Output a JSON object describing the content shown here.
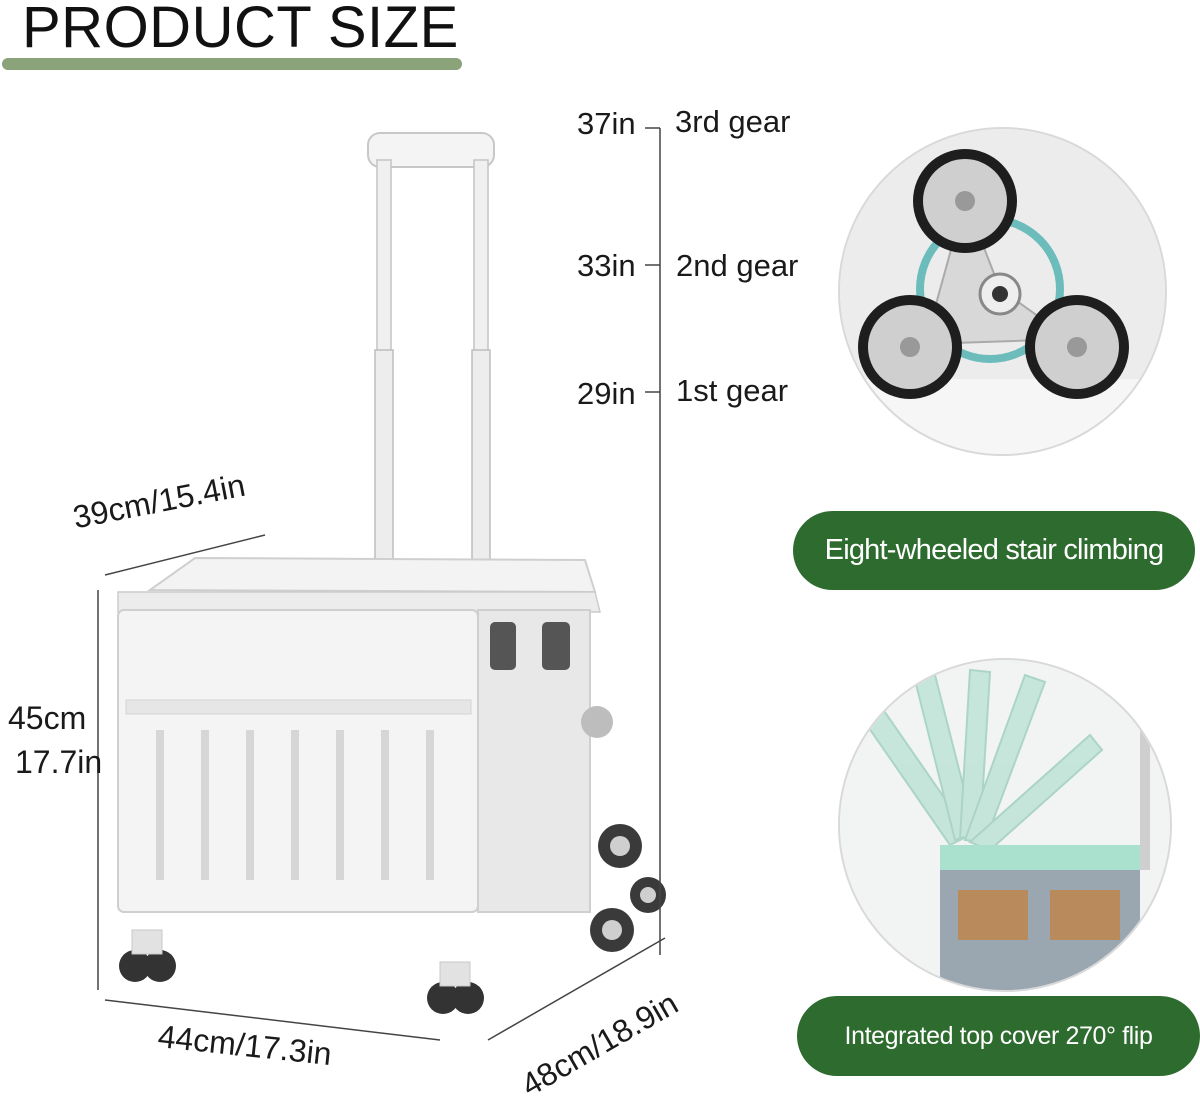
{
  "header": {
    "title": "PRODUCT SIZE",
    "accent_color": "#8aa37a"
  },
  "dimensions": {
    "top_width": "39cm/15.4in",
    "height_cm": "45cm",
    "height_in": "17.7in",
    "front_width": "44cm/17.3in",
    "depth": "48cm/18.9in"
  },
  "gears": [
    {
      "height": "37in",
      "label": "3rd gear"
    },
    {
      "height": "33in",
      "label": "2nd gear"
    },
    {
      "height": "29in",
      "label": "1st gear"
    }
  ],
  "features": [
    {
      "label": "Eight-wheeled stair climbing",
      "color": "#2d6b2e"
    },
    {
      "label": "Integrated top cover 270° flip",
      "color": "#2d6b2e"
    }
  ]
}
